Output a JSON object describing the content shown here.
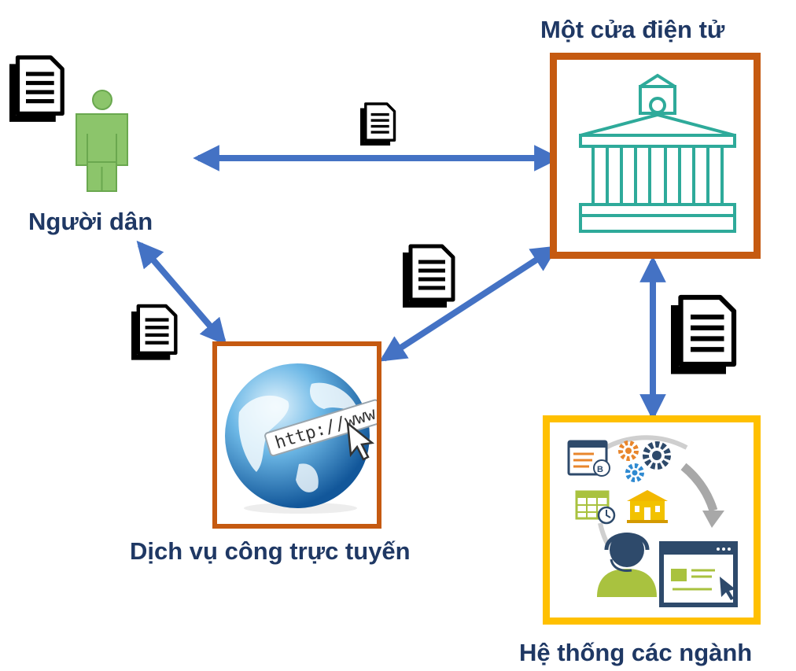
{
  "nodes": {
    "citizen": {
      "label": "Người dân"
    },
    "one_stop": {
      "label": "Một cửa điện tử"
    },
    "online_service": {
      "label": "Dịch vụ công trực tuyến",
      "browser_text": "http://www."
    },
    "sector_systems": {
      "label": "Hệ thống các ngành"
    }
  },
  "colors": {
    "arrow": "#4472c4",
    "label": "#1f3864",
    "box_orange": "#c55a11",
    "box_yellow": "#ffc000",
    "person": "#8cc56b",
    "building": "#2eaa9a"
  }
}
